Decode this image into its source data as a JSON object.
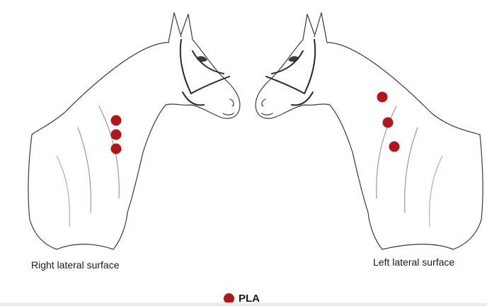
{
  "views": [
    {
      "caption": "Right lateral surface",
      "facing": "right",
      "points": 3
    },
    {
      "caption": "Left lateral surface",
      "facing": "left",
      "points": 3
    }
  ],
  "legend": {
    "label": "PLA",
    "color": "#b0161c"
  }
}
